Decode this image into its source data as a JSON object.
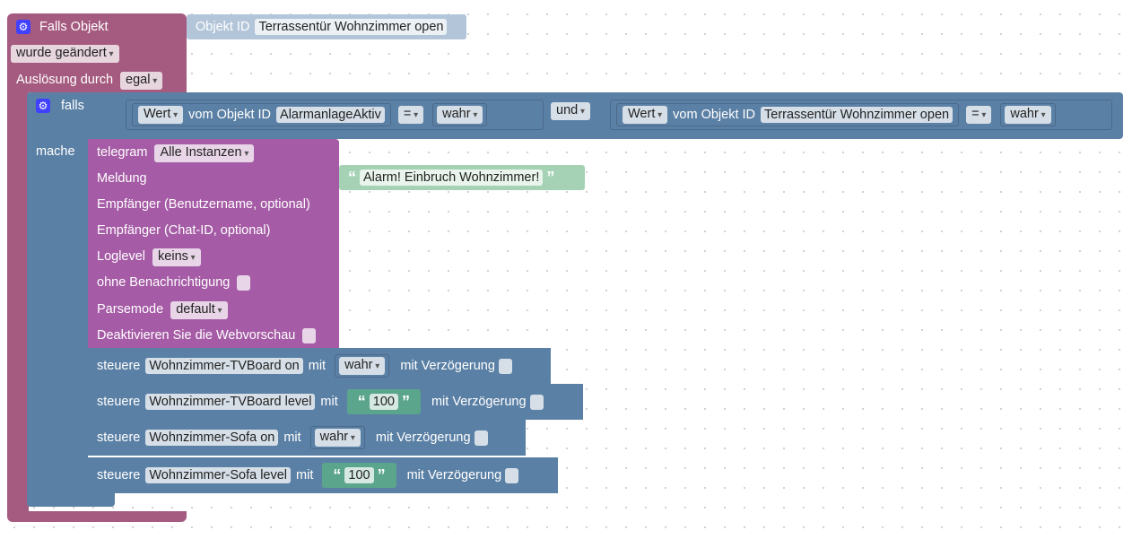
{
  "trigger": {
    "title": "Falls Objekt",
    "change_mode": "wurde geändert",
    "trigger_by_label": "Auslösung durch",
    "trigger_by_value": "egal",
    "object_id_label": "Objekt ID",
    "object_id_value": "Terrassentür Wohnzimmer open"
  },
  "if_block": {
    "label": "falls",
    "do_label": "mache",
    "cond1": {
      "value_label": "Wert",
      "from_object_label": "vom Objekt ID",
      "object": "AlarmanlageAktiv",
      "operator": "=",
      "compare_value": "wahr"
    },
    "logic_operator": "und",
    "cond2": {
      "value_label": "Wert",
      "from_object_label": "vom Objekt ID",
      "object": "Terrassentür Wohnzimmer open",
      "operator": "=",
      "compare_value": "wahr"
    }
  },
  "telegram": {
    "label": "telegram",
    "instance": "Alle Instanzen",
    "message_label": "Meldung",
    "message_value": "Alarm! Einbruch Wohnzimmer!",
    "recipient_user_label": "Empfänger (Benutzername, optional)",
    "recipient_chat_label": "Empfänger (Chat-ID, optional)",
    "loglevel_label": "Loglevel",
    "loglevel_value": "keins",
    "silent_label": "ohne Benachrichtigung",
    "parsemode_label": "Parsemode",
    "parsemode_value": "default",
    "disable_preview_label": "Deaktivieren Sie die Webvorschau"
  },
  "controls": [
    {
      "label": "steuere",
      "object": "Wohnzimmer-TVBoard on",
      "with_label": "mit",
      "value": "wahr",
      "delay_label": "mit Verzögerung"
    },
    {
      "label": "steuere",
      "object": "Wohnzimmer-TVBoard level",
      "with_label": "mit",
      "value": "100",
      "delay_label": "mit Verzögerung"
    },
    {
      "label": "steuere",
      "object": "Wohnzimmer-Sofa on",
      "with_label": "mit",
      "value": "wahr",
      "delay_label": "mit Verzögerung"
    },
    {
      "label": "steuere",
      "object": "Wohnzimmer-Sofa level",
      "with_label": "mit",
      "value": "100",
      "delay_label": "mit Verzögerung"
    }
  ],
  "colors": {
    "trigger": "#a55b80",
    "logic": "#5b80a5",
    "telegram": "#a55ba5",
    "text": "#a5d2b4",
    "number_text": "#5ba58c"
  }
}
